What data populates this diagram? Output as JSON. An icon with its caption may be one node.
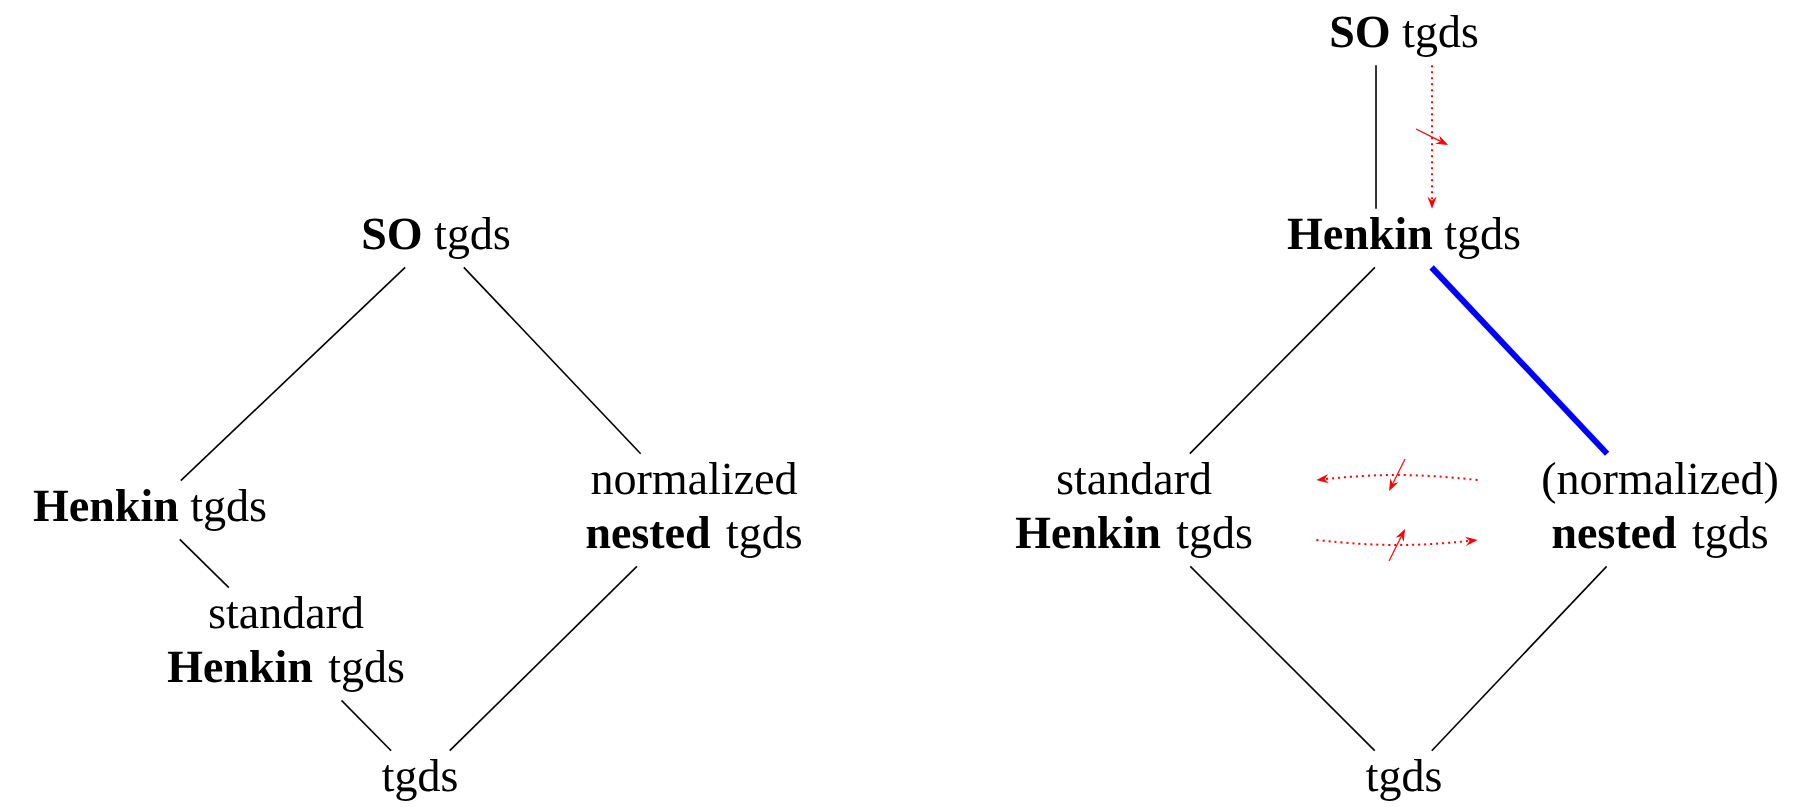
{
  "diagram": {
    "nodes": [
      {
        "text": [
          "**SO** tgds"
        ]
      },
      {
        "text": [
          "**Henkin** tgds"
        ]
      },
      {
        "text": [
          "standard **Henkin** tgds"
        ]
      },
      {
        "text": [
          "normalized **nested** tgds"
        ]
      },
      {
        "text": [
          "tgds"
        ]
      },
      {
        "text": [
          "**SO** tgds"
        ]
      },
      {
        "text": [
          "**Henkin** tgds"
        ]
      },
      {
        "text": [
          "standard **Henkin** tgds"
        ]
      },
      {
        "text": [
          "(normalized) **nested** tgds"
        ]
      },
      {
        "text": [
          "tgds"
        ]
      }
    ],
    "edges": [
      {
        "from": 0,
        "to": 1,
        "arrow": "none"
      },
      {
        "from": 0,
        "to": 3,
        "arrow": "none"
      },
      {
        "from": 1,
        "to": 2,
        "arrow": "none"
      },
      {
        "from": 2,
        "to": 4,
        "arrow": "none"
      },
      {
        "from": 3,
        "to": 4,
        "arrow": "none"
      },
      {
        "from": 5,
        "to": 6,
        "arrow": "none"
      },
      {
        "from": 5,
        "to": 6,
        "arrow": "to",
        "style": "dashed",
        "color": "#ff0000"
      },
      {
        "from": 6,
        "to": 7,
        "arrow": "none"
      },
      {
        "from": 6,
        "to": 8,
        "arrow": "none",
        "style": "thick",
        "color": "#0000ff"
      },
      {
        "from": 8,
        "to": 7,
        "arrow": "to",
        "style": "dashed",
        "color": "#ff0000"
      },
      {
        "from": 7,
        "to": 8,
        "arrow": "to",
        "style": "dashed",
        "color": "#ff0000"
      },
      {
        "from": 7,
        "to": 9,
        "arrow": "none"
      },
      {
        "from": 8,
        "to": 9,
        "arrow": "none"
      }
    ]
  }
}
